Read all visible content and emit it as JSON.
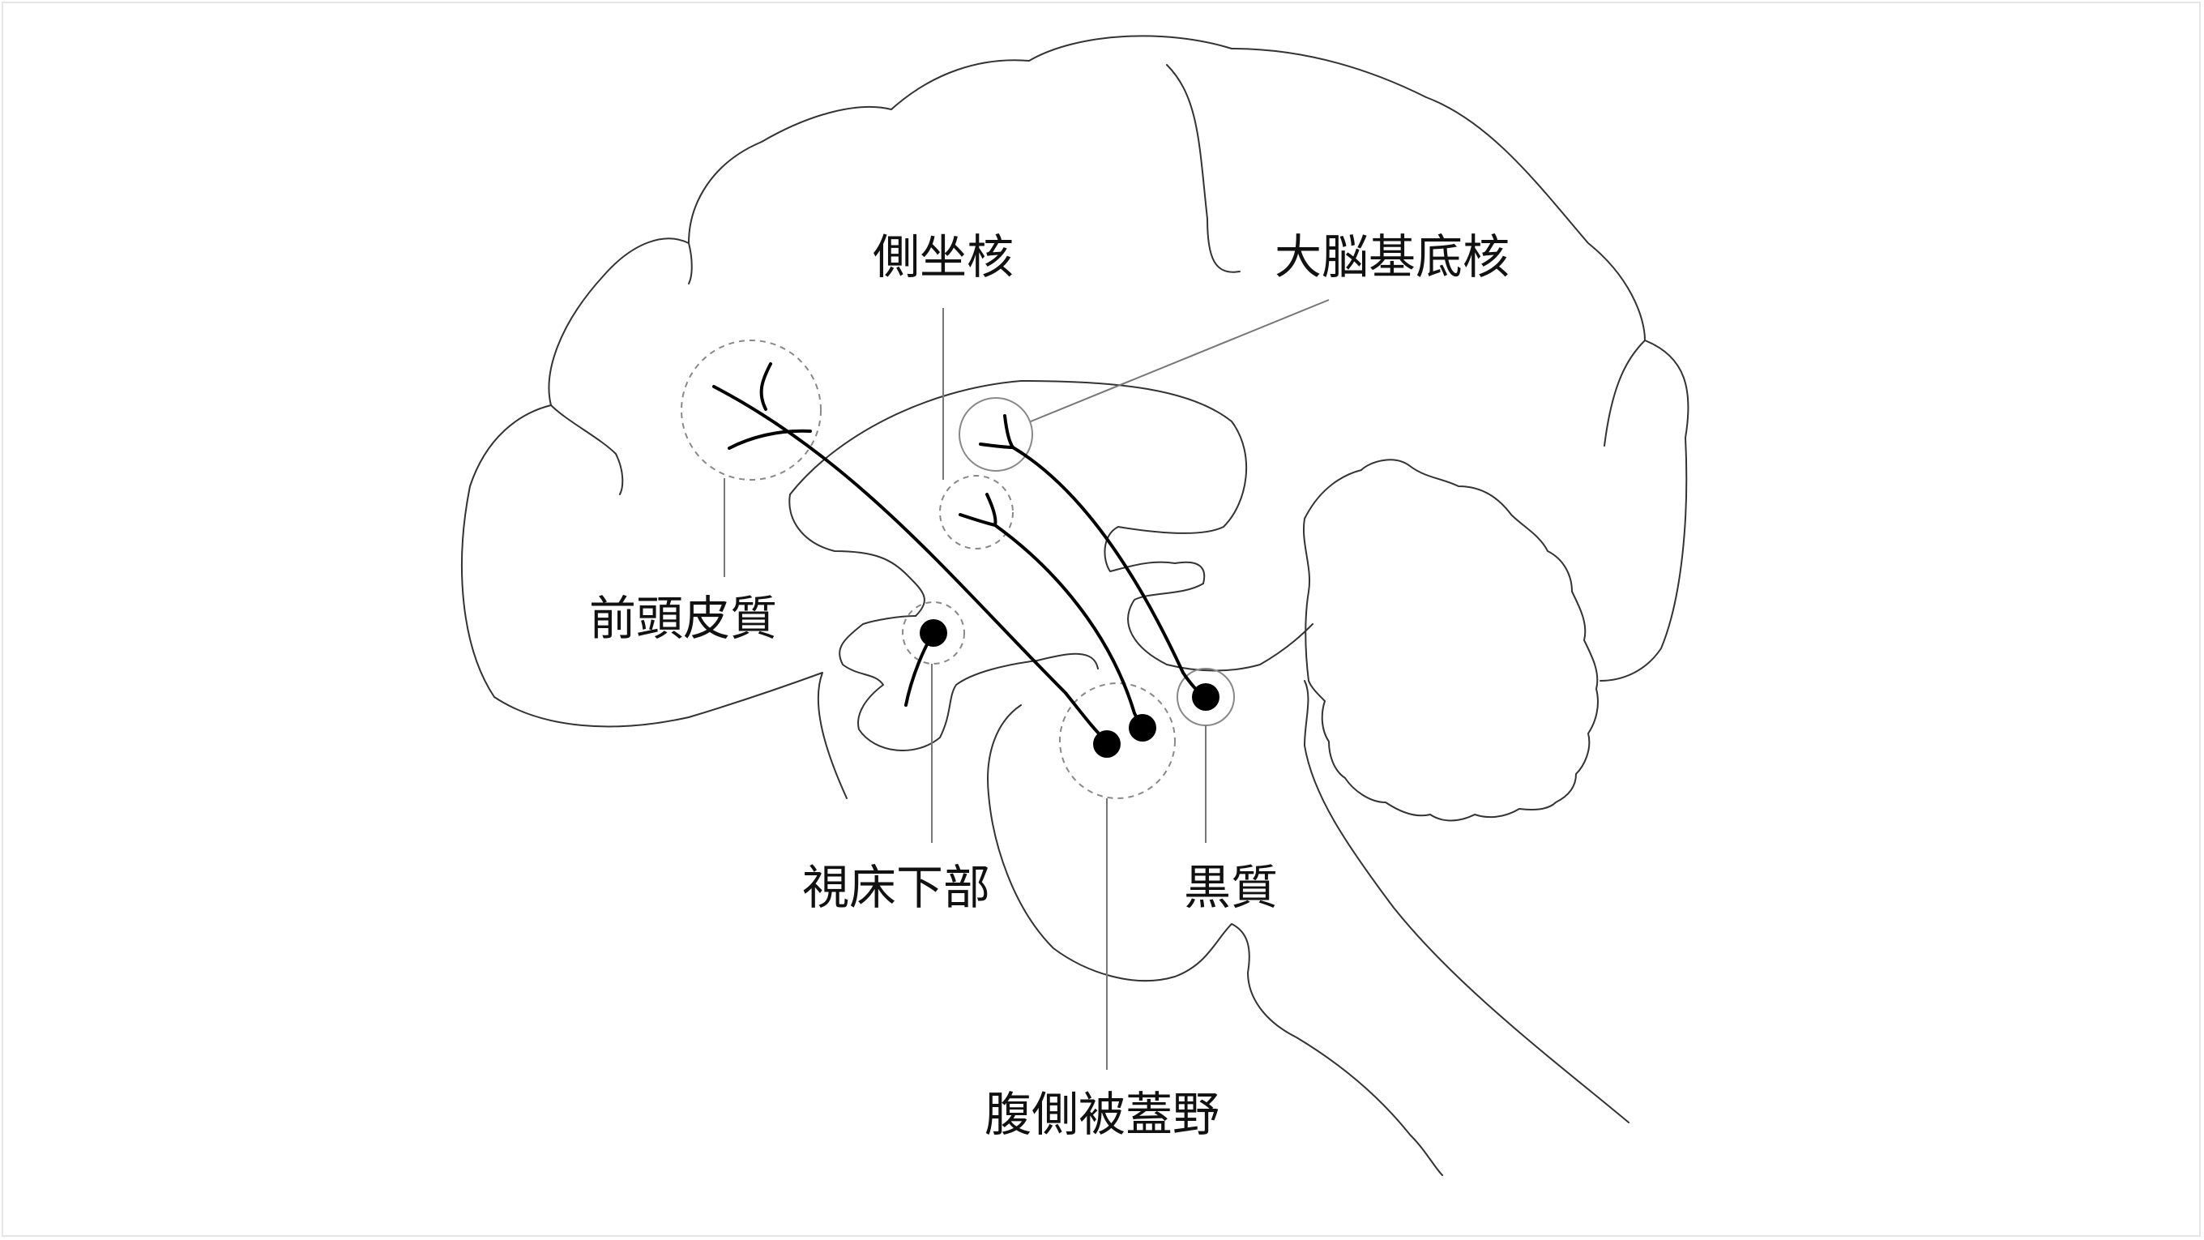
{
  "labels": {
    "nucleus_accumbens": "側坐核",
    "basal_ganglia": "大脳基底核",
    "prefrontal_cortex": "前頭皮質",
    "hypothalamus": "視床下部",
    "substantia_nigra": "黒質",
    "ventral_tegmental_area": "腹側被蓋野"
  }
}
